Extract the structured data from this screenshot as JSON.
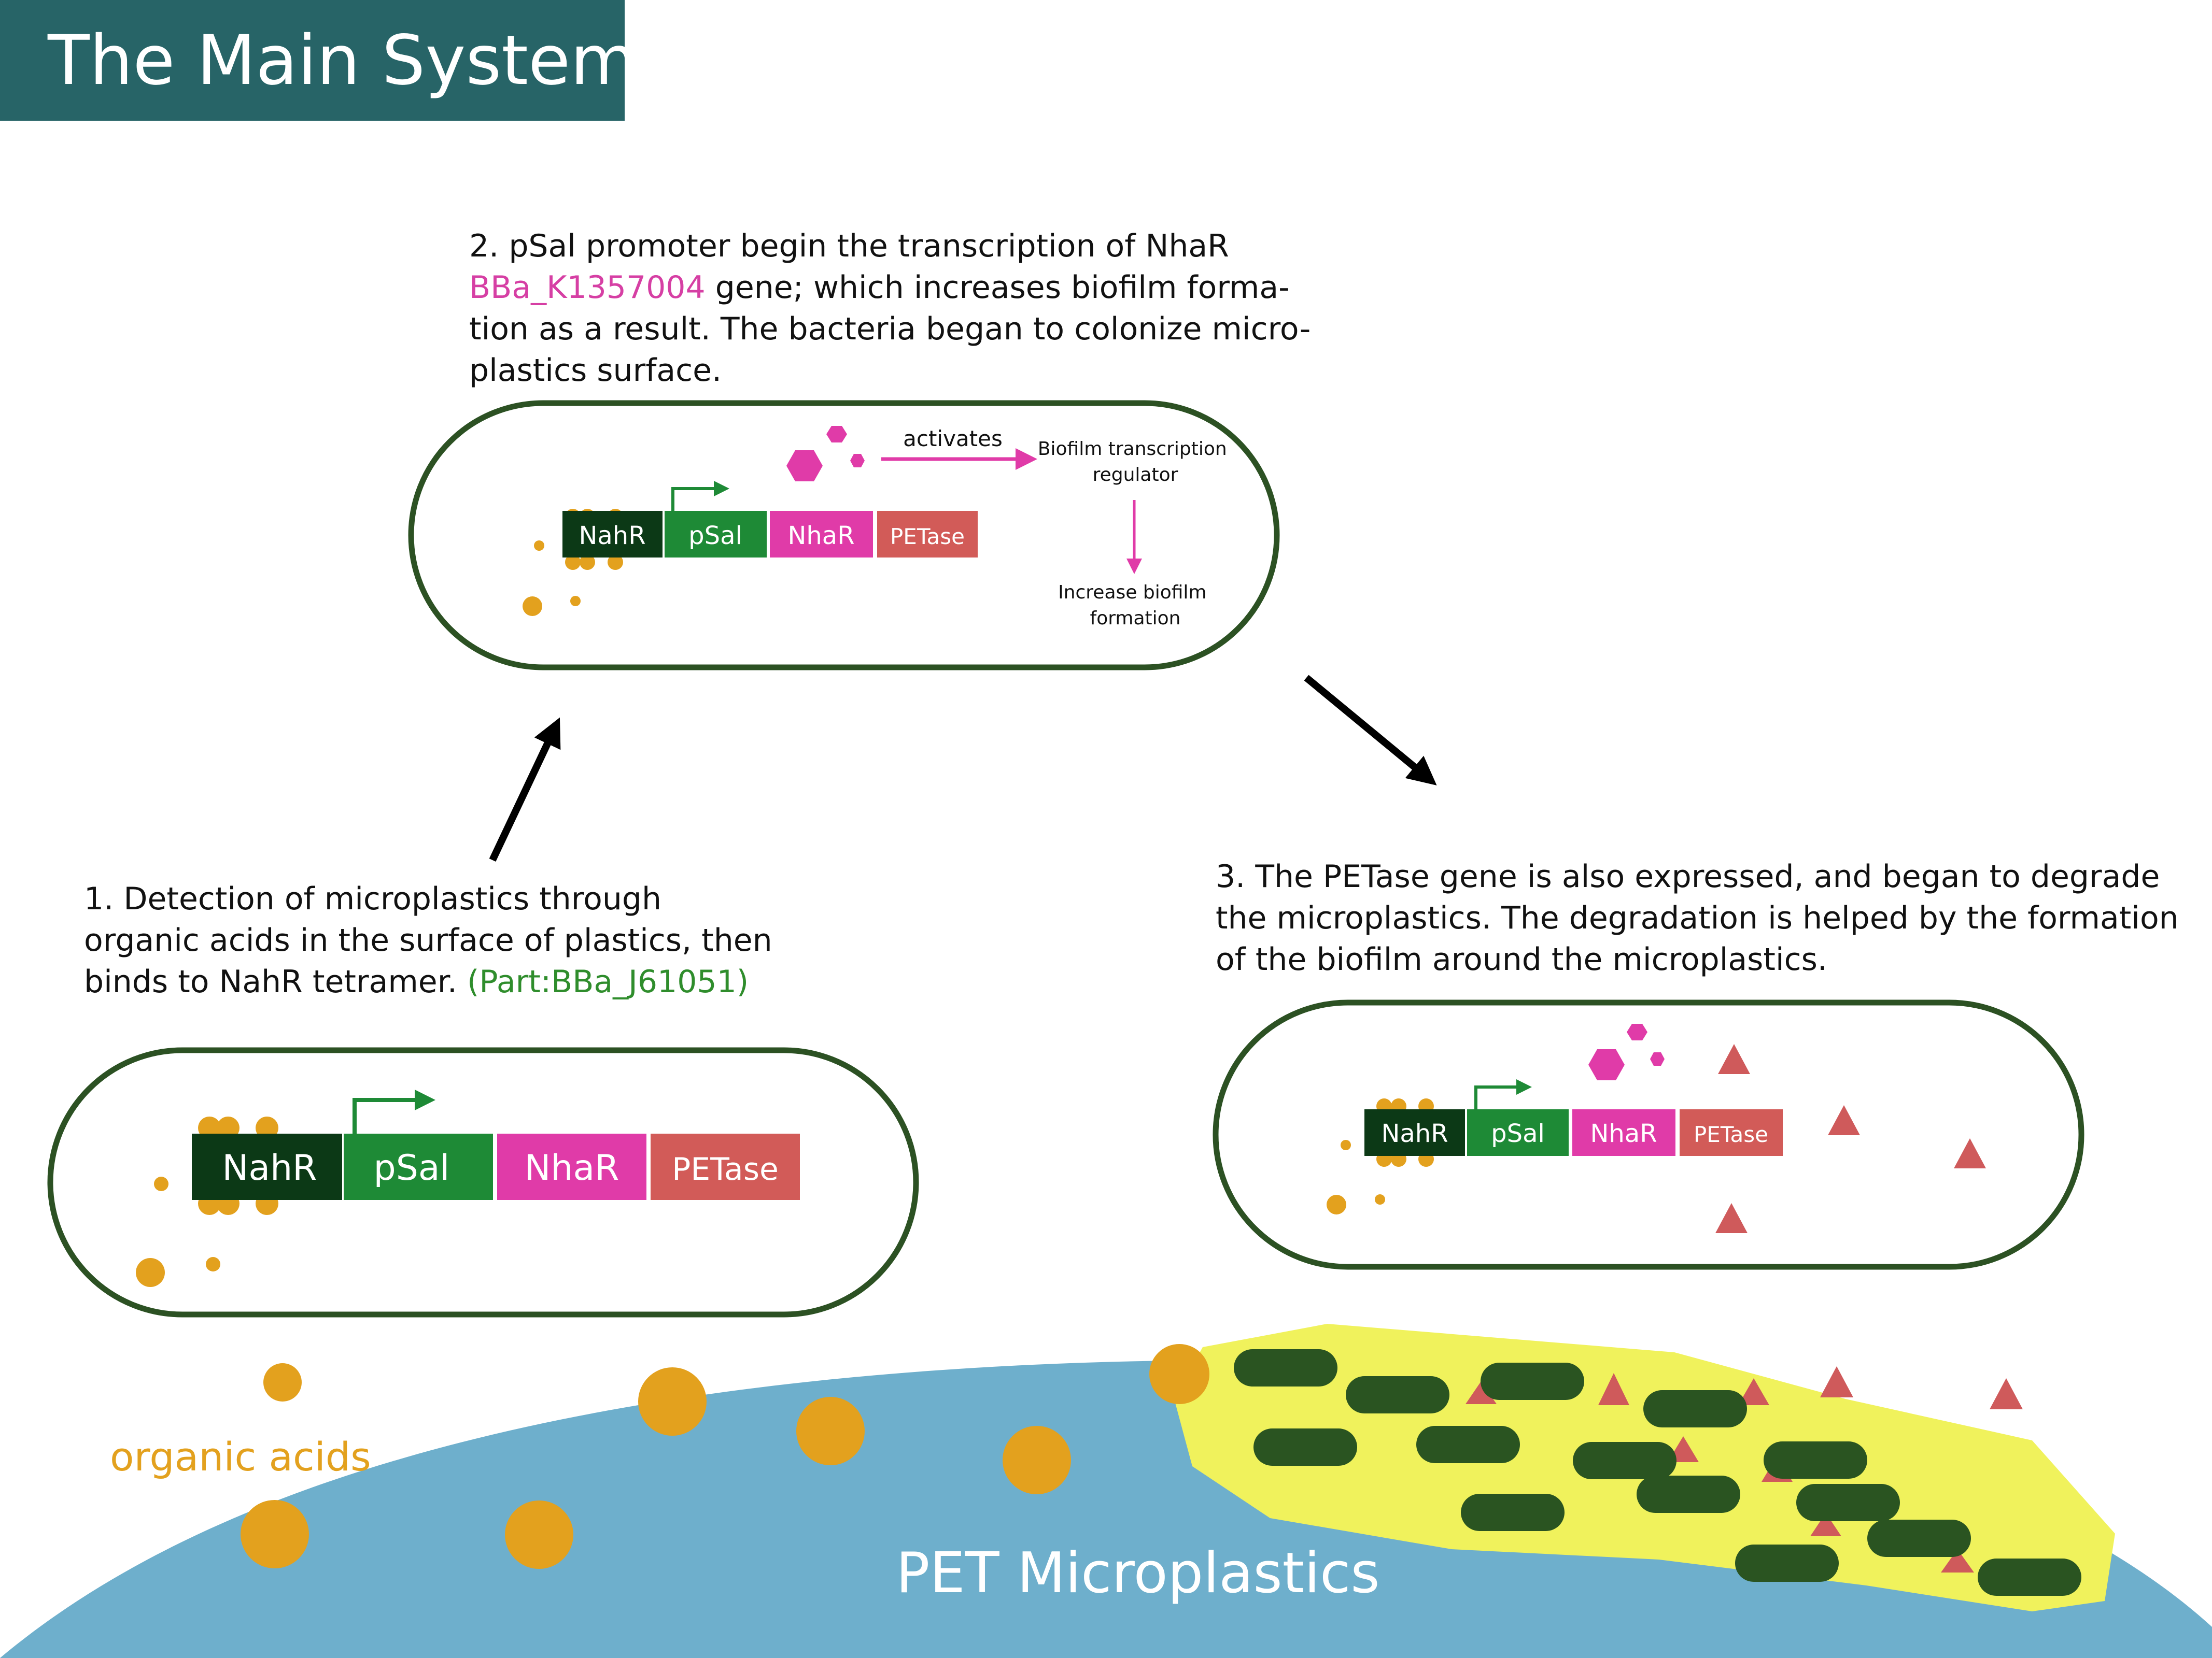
{
  "title": "The Main System",
  "steps": {
    "step1": {
      "lines": [
        "1. Detection of microplastics through",
        "organic acids in the surface of plastics, then"
      ],
      "line3_text": "binds to NahR tetramer. ",
      "part_ref": "(Part:BBa_J61051)"
    },
    "step2": {
      "line1": "2. pSal promoter begin the transcription of NhaR",
      "line2_ref": "BBa_K1357004",
      "line2_text": " gene; which increases biofilm forma-",
      "line3": "tion as a result. The bacteria began to colonize micro-",
      "line4": "plastics surface."
    },
    "step3": {
      "lines": [
        "3. The PETase gene is also expressed, and began to degrade",
        "the microplastics. The degradation is helped by the formation",
        "of the biofilm around the microplastics."
      ]
    }
  },
  "gene_parts": [
    "NahR",
    "pSal",
    "NhaR",
    "PETase"
  ],
  "labels": {
    "activates": "activates",
    "regulator": [
      "Biofilm transcription",
      "regulator"
    ],
    "increase": [
      "Increase biofilm",
      "formation"
    ],
    "organic_acids": "organic acids",
    "pet": "PET Microplastics"
  },
  "colors": {
    "banner": "#276467",
    "nahr": "#0c3916",
    "psal": "#1e8a36",
    "nhar": "#e03ba8",
    "petase": "#d25b58",
    "orange": "#e3a11e",
    "pet_blue": "#6eafcc",
    "biofilm_yellow": "#f0f25c",
    "bacterium": "#2a5421",
    "cell_outline": "#2c5123",
    "triangle": "#cf5a5b",
    "hexagon": "#e03ba8"
  }
}
